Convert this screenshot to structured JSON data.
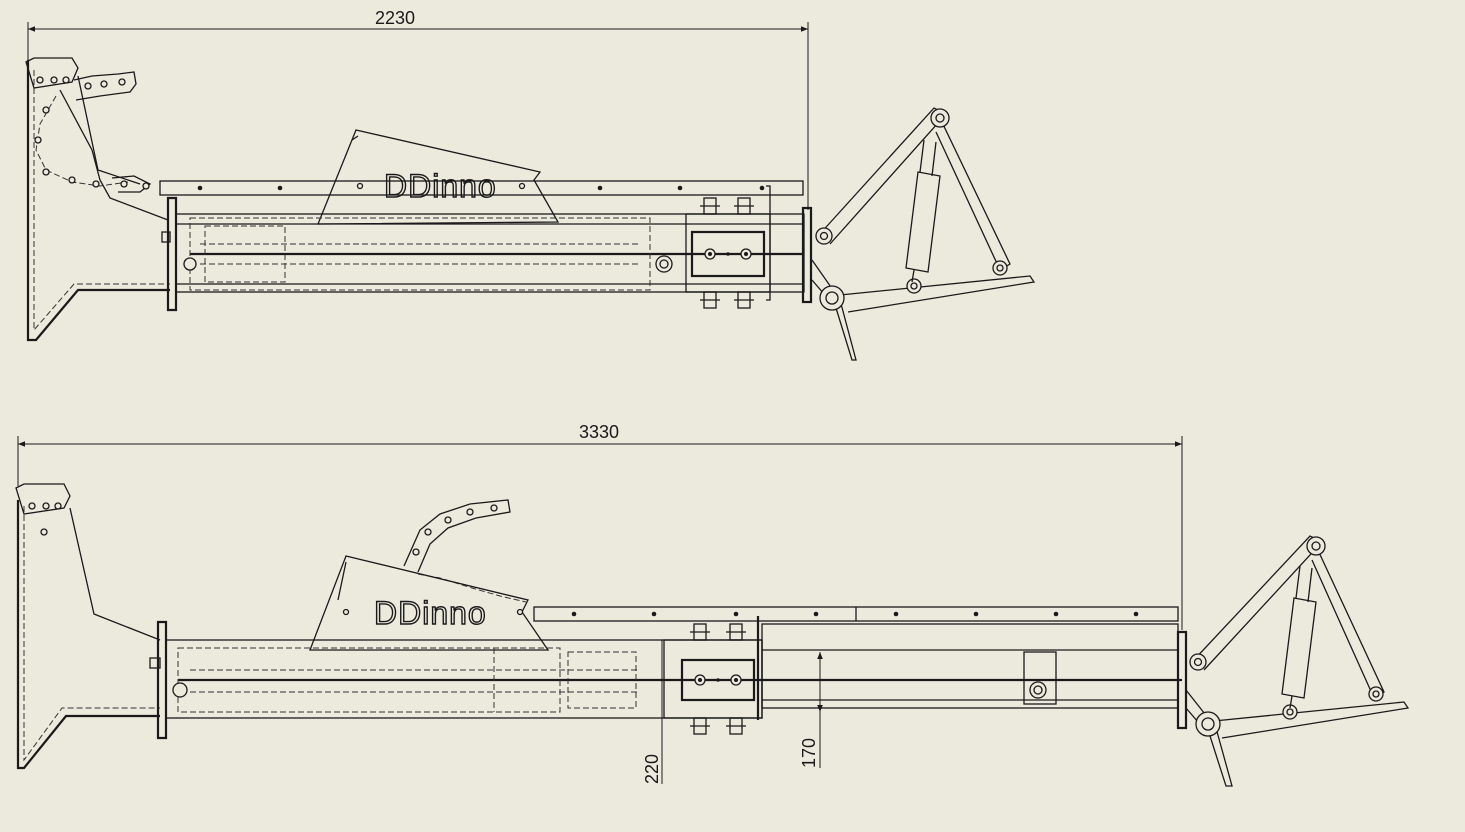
{
  "views": {
    "retracted": {
      "length_dim": "2230",
      "logo_text": "DDinno"
    },
    "extended": {
      "length_dim": "3330",
      "height_dim_a": "220",
      "height_dim_b": "170",
      "logo_text": "DDinno"
    }
  },
  "colors": {
    "background": "#ece9dd",
    "line": "#1a1a1a"
  }
}
